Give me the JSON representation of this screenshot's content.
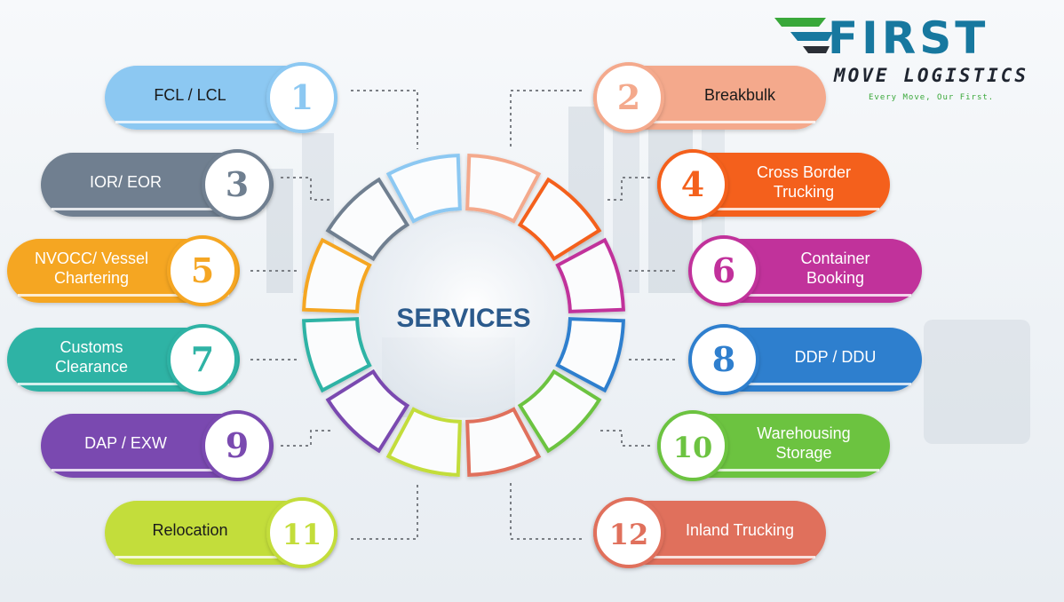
{
  "center": {
    "title": "SERVICES"
  },
  "logo": {
    "word": "FIRST",
    "subtitle": "MOVE LOGISTICS",
    "tagline": "Every Move, Our First."
  },
  "colors": {
    "title": "#2b5a8c",
    "logo_blue": "#17789f",
    "logo_green": "#39a83a"
  },
  "services": [
    {
      "number": "1",
      "label": "FCL / LCL",
      "color": "#8cc8f2",
      "text_color": "#1a1a1a"
    },
    {
      "number": "2",
      "label": "Breakbulk",
      "color": "#f4a98c",
      "text_color": "#1a1a1a"
    },
    {
      "number": "3",
      "label": "IOR/ EOR",
      "color": "#6f7f90",
      "text_color": "#ffffff"
    },
    {
      "number": "4",
      "label": "Cross Border\nTrucking",
      "color": "#f4611c",
      "text_color": "#ffffff"
    },
    {
      "number": "5",
      "label": "NVOCC/ Vessel\nChartering",
      "color": "#f5a623",
      "text_color": "#ffffff"
    },
    {
      "number": "6",
      "label": "Container\nBooking",
      "color": "#c1309b",
      "text_color": "#ffffff"
    },
    {
      "number": "7",
      "label": "Customs\nClearance",
      "color": "#2fb3a5",
      "text_color": "#ffffff"
    },
    {
      "number": "8",
      "label": "DDP / DDU",
      "color": "#2f7fce",
      "text_color": "#ffffff"
    },
    {
      "number": "9",
      "label": "DAP / EXW",
      "color": "#7a4ab0",
      "text_color": "#ffffff"
    },
    {
      "number": "10",
      "label": "Warehousing\nStorage",
      "color": "#6cc341",
      "text_color": "#ffffff"
    },
    {
      "number": "11",
      "label": "Relocation",
      "color": "#c3dd3a",
      "text_color": "#1a1a1a"
    },
    {
      "number": "12",
      "label": "Inland Trucking",
      "color": "#e0705c",
      "text_color": "#ffffff"
    }
  ]
}
